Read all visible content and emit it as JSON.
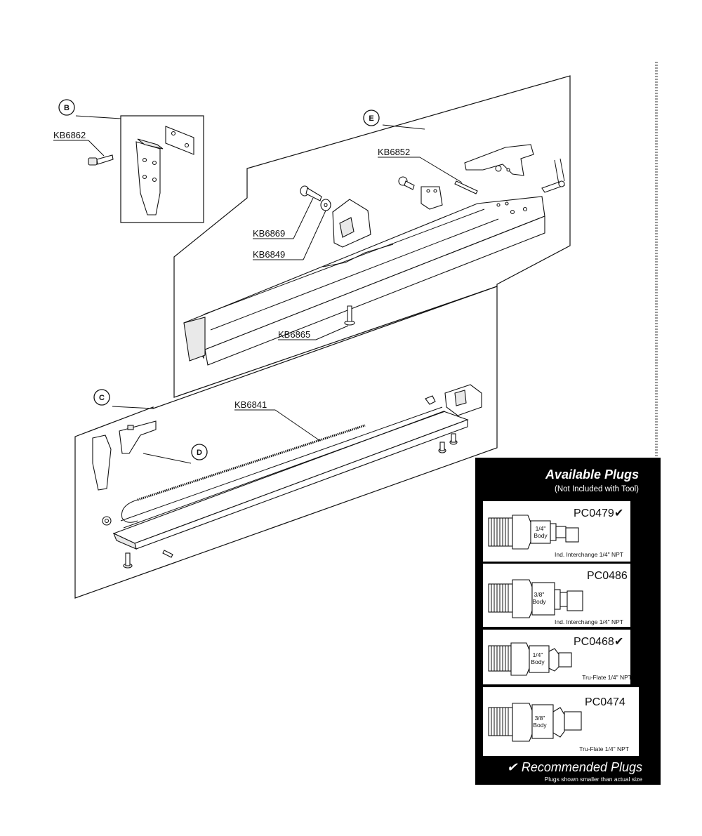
{
  "diagram": {
    "callouts": {
      "B": "B",
      "C": "C",
      "D": "D",
      "E": "E"
    },
    "part_numbers": {
      "kb6862": "KB6862",
      "kb6852": "KB6852",
      "kb6869": "KB6869",
      "kb6849": "KB6849",
      "kb6865": "KB6865",
      "kb6841": "KB6841"
    }
  },
  "plugs_panel": {
    "title": "Available Plugs",
    "subtitle": "(Not Included with Tool)",
    "plugs": [
      {
        "code": "PC0479",
        "recommended": true,
        "body_size": "1/4\"",
        "body_word": "Body",
        "description": "Ind. Interchange 1/4\" NPT"
      },
      {
        "code": "PC0486",
        "recommended": false,
        "body_size": "3/8\"",
        "body_word": "Body",
        "description": "Ind. Interchange 1/4\" NPT"
      },
      {
        "code": "PC0468",
        "recommended": true,
        "body_size": "1/4\"",
        "body_word": "Body",
        "description": "Tru-Flate 1/4\" NPT"
      },
      {
        "code": "PC0474",
        "recommended": false,
        "body_size": "3/8\"",
        "body_word": "Body",
        "description": "Tru-Flate 1/4\" NPT"
      }
    ],
    "check_mark": "✔",
    "footer_title": "Recommended Plugs",
    "footer_note": "Plugs shown smaller than actual size"
  },
  "colors": {
    "panel_bg": "#000000",
    "ink": "#111111",
    "dotted_line": "#9a9a9a"
  }
}
